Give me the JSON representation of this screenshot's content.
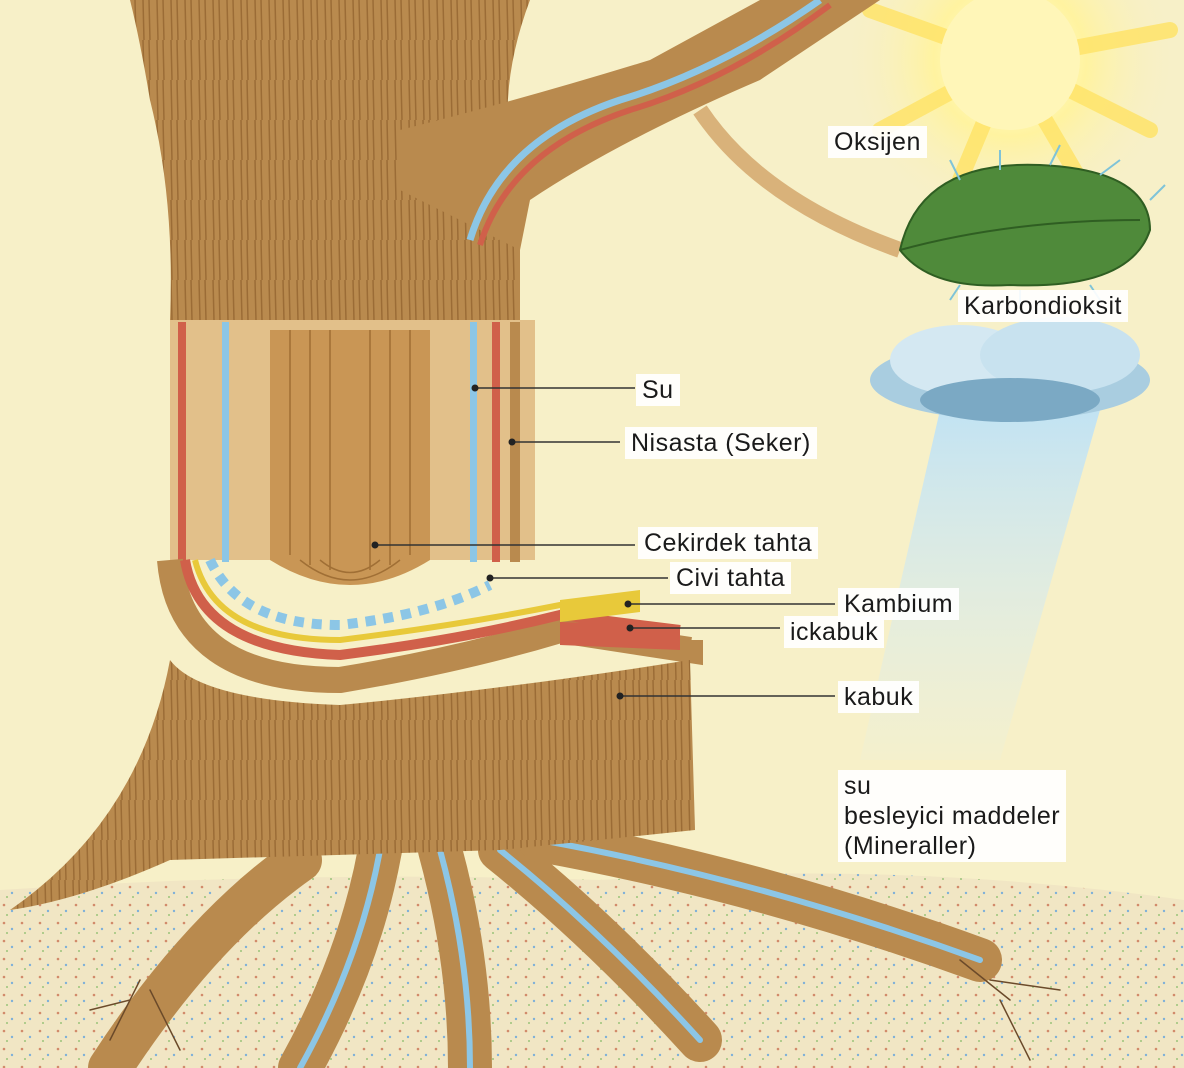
{
  "labels": {
    "oksijen": "Oksijen",
    "karbondioksit": "Karbondioksit",
    "su": "Su",
    "nisasta": "Nisasta (Seker)",
    "cekirdek": "Cekirdek tahta",
    "civi": "Civi tahta",
    "kambium": "Kambium",
    "ickabuk": "ickabuk",
    "kabuk": "kabuk",
    "roots_line1": "su",
    "roots_line2": "besleyici maddeler",
    "roots_line3": "(Mineraller)"
  },
  "colors": {
    "background": "#f7f0c8",
    "bark": "#b98a4e",
    "wood": "#d9b27a",
    "xylem_water": "#8cc6e6",
    "phloem_sugar": "#d0604a",
    "cambium": "#e8c93a",
    "leaf": "#4f8a3a",
    "sun": "#ffe46a",
    "soil": "#f1e6c4"
  }
}
